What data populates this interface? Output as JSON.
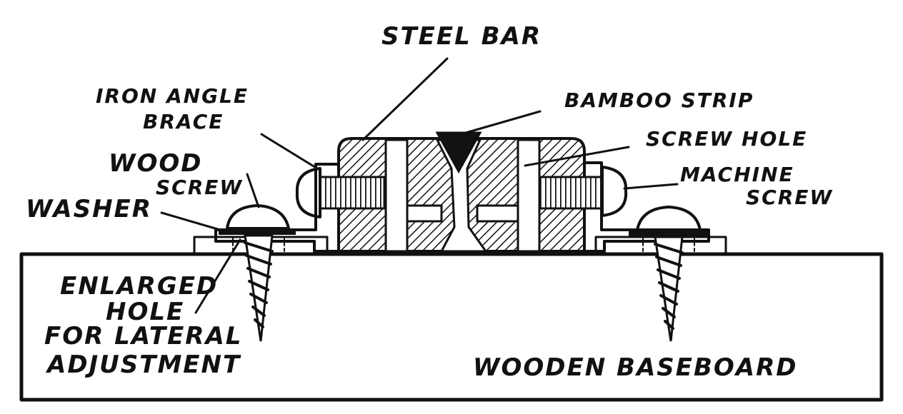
{
  "labels": {
    "steel_bar": "STEEL BAR",
    "iron_angle_brace_1": "IRON ANGLE",
    "iron_angle_brace_2": "BRACE",
    "bamboo_strip": "BAMBOO STRIP",
    "screw_hole": "SCREW HOLE",
    "wood_screw_1": "WOOD",
    "wood_screw_2": "SCREW",
    "machine_screw_1": "MACHINE",
    "machine_screw_2": "SCREW",
    "washer": "WASHER",
    "enlarged_hole_1": "ENLARGED",
    "enlarged_hole_2": "HOLE",
    "enlarged_hole_3": "FOR LATERAL",
    "enlarged_hole_4": "ADJUSTMENT",
    "wooden_baseboard": "WOODEN BASEBOARD"
  },
  "colors": {
    "ink": "#111111",
    "paper": "#ffffff"
  }
}
